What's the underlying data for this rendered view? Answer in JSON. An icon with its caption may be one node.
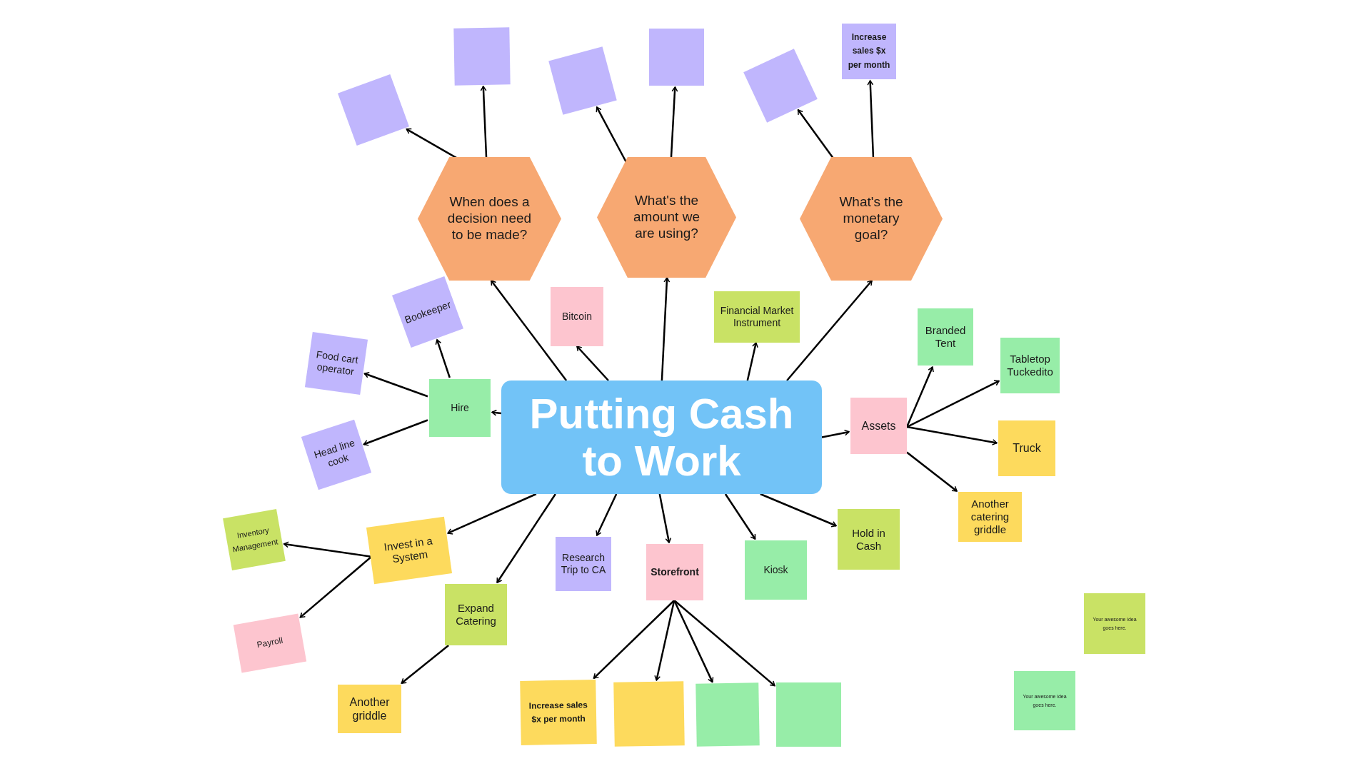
{
  "diagram": {
    "nodes": [
      {
        "text": [
          "Putting Cash to Work"
        ]
      },
      {
        "text": [
          "When does a decision need to be made?"
        ]
      },
      {
        "text": [
          "What's the amount we are using?"
        ]
      },
      {
        "text": [
          "What's the monetary goal?"
        ]
      },
      {
        "text": [],
        "shape": "box"
      },
      {
        "text": [],
        "shape": "box"
      },
      {
        "text": [],
        "shape": "box"
      },
      {
        "text": [],
        "shape": "box"
      },
      {
        "text": [],
        "shape": "box"
      },
      {
        "text": [
          "Increase sales $x per month"
        ]
      },
      {
        "text": [
          "Bitcoin"
        ]
      },
      {
        "text": [
          "Financial Market Instrument"
        ]
      },
      {
        "text": [
          "Hire"
        ]
      },
      {
        "text": [
          "Bookeeper"
        ]
      },
      {
        "text": [
          "Food cart operator"
        ]
      },
      {
        "text": [
          "Head line cook"
        ]
      },
      {
        "text": [
          "Assets"
        ]
      },
      {
        "text": [
          "Branded Tent"
        ]
      },
      {
        "text": [
          "Tabletop Tuckedito"
        ]
      },
      {
        "text": [
          "Truck"
        ]
      },
      {
        "text": [
          "Another catering griddle"
        ]
      },
      {
        "text": [
          "Invest in a System"
        ]
      },
      {
        "text": [
          "Inventory Management"
        ]
      },
      {
        "text": [
          "Payroll"
        ]
      },
      {
        "text": [
          "Expand Catering"
        ]
      },
      {
        "text": [
          "Another griddle"
        ]
      },
      {
        "text": [
          "Research Trip to CA"
        ]
      },
      {
        "text": [
          "Storefront"
        ]
      },
      {
        "text": [
          "Kiosk"
        ]
      },
      {
        "text": [
          "Hold in Cash"
        ]
      },
      {
        "text": [
          "Increase sales $x per month"
        ]
      },
      {
        "text": [],
        "shape": "box"
      },
      {
        "text": [],
        "shape": "box"
      },
      {
        "text": [],
        "shape": "box"
      },
      {
        "text": [
          "Your awesome idea goes here."
        ]
      },
      {
        "text": [
          "Your awesome idea goes here."
        ]
      }
    ],
    "edges": [
      {
        "from": 0,
        "to": 1,
        "arrow": "to"
      },
      {
        "from": 0,
        "to": 2,
        "arrow": "to"
      },
      {
        "from": 0,
        "to": 3,
        "arrow": "to"
      },
      {
        "from": 1,
        "to": 4,
        "arrow": "to"
      },
      {
        "from": 1,
        "to": 5,
        "arrow": "to"
      },
      {
        "from": 2,
        "to": 6,
        "arrow": "to"
      },
      {
        "from": 2,
        "to": 7,
        "arrow": "to"
      },
      {
        "from": 3,
        "to": 8,
        "arrow": "to"
      },
      {
        "from": 3,
        "to": 9,
        "arrow": "to"
      },
      {
        "from": 0,
        "to": 10,
        "arrow": "to"
      },
      {
        "from": 0,
        "to": 11,
        "arrow": "to"
      },
      {
        "from": 0,
        "to": 12,
        "arrow": "to"
      },
      {
        "from": 12,
        "to": 13,
        "arrow": "to"
      },
      {
        "from": 12,
        "to": 14,
        "arrow": "to"
      },
      {
        "from": 12,
        "to": 15,
        "arrow": "to"
      },
      {
        "from": 0,
        "to": 16,
        "arrow": "to"
      },
      {
        "from": 16,
        "to": 17,
        "arrow": "to"
      },
      {
        "from": 16,
        "to": 18,
        "arrow": "to"
      },
      {
        "from": 16,
        "to": 19,
        "arrow": "to"
      },
      {
        "from": 16,
        "to": 20,
        "arrow": "to"
      },
      {
        "from": 0,
        "to": 21,
        "arrow": "to"
      },
      {
        "from": 21,
        "to": 22,
        "arrow": "to"
      },
      {
        "from": 21,
        "to": 23,
        "arrow": "to"
      },
      {
        "from": 0,
        "to": 24,
        "arrow": "to"
      },
      {
        "from": 24,
        "to": 25,
        "arrow": "to"
      },
      {
        "from": 0,
        "to": 26,
        "arrow": "to"
      },
      {
        "from": 0,
        "to": 27,
        "arrow": "to"
      },
      {
        "from": 27,
        "to": 30,
        "arrow": "to"
      },
      {
        "from": 27,
        "to": 31,
        "arrow": "to"
      },
      {
        "from": 27,
        "to": 32,
        "arrow": "to"
      },
      {
        "from": 27,
        "to": 33,
        "arrow": "to"
      },
      {
        "from": 0,
        "to": 28,
        "arrow": "to"
      },
      {
        "from": 0,
        "to": 29,
        "arrow": "to"
      }
    ]
  }
}
